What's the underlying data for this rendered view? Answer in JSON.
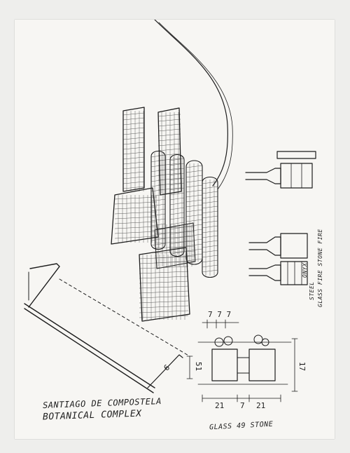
{
  "sheet": {
    "title_line1": "SANTIAGO DE COMPOSTELA",
    "title_line2": "BOTANICAL COMPLEX",
    "material_note": "GLASS 49 STONE",
    "elevation_notes": [
      "STEEL",
      "ONYX",
      "GLASS FIRE STONE FIRE"
    ],
    "dimensions": [
      "21",
      "7",
      "21",
      "51",
      "17",
      "7 7 7",
      "6"
    ]
  }
}
